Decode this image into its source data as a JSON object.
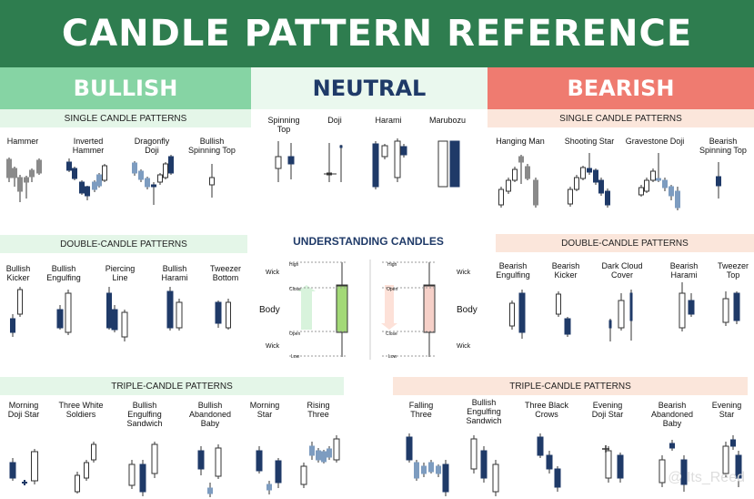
{
  "title": "CANDLE PATTERN REFERENCE",
  "columns": {
    "bullish": "BULLISH",
    "neutral": "NEUTRAL",
    "bearish": "BEARISH"
  },
  "colors": {
    "title_bg": "#2e7d4f",
    "bullish_bg": "#86d4a4",
    "neutral_bg": "#eaf8ee",
    "bearish_bg": "#ef7b70",
    "section_green": "#e4f6e8",
    "section_peach": "#fbe6db",
    "dark_candle": "#1f3a68",
    "grey_candle": "#8a8a8a",
    "blue_grey": "#7d9cc0"
  },
  "sections": {
    "bull_single": "SINGLE CANDLE PATTERNS",
    "bear_single": "SINGLE CANDLE PATTERNS",
    "bull_double": "DOUBLE-CANDLE PATTERNS",
    "bear_double": "DOUBLE-CANDLE PATTERNS",
    "bull_triple": "TRIPLE-CANDLE PATTERNS",
    "bear_triple": "TRIPLE-CANDLE PATTERNS",
    "understanding": "UNDERSTANDING CANDLES"
  },
  "patterns": {
    "bull_single": [
      "Hammer",
      "Inverted\nHammer",
      "Dragonfly\nDoji",
      "Bullish\nSpinning Top"
    ],
    "neutral": [
      "Spinning\nTop",
      "Doji",
      "Harami",
      "Marubozu"
    ],
    "bear_single": [
      "Hanging Man",
      "Shooting Star",
      "Gravestone Doji",
      "Bearish\nSpinning Top"
    ],
    "bull_double": [
      "Bullish\nKicker",
      "Bullish\nEngulfing",
      "Piercing\nLine",
      "Bullish\nHarami",
      "Tweezer\nBottom"
    ],
    "bear_double": [
      "Bearish\nEngulfing",
      "Bearish\nKicker",
      "Dark Cloud\nCover",
      "Bearish\nHarami",
      "Tweezer\nTop"
    ],
    "bull_triple": [
      "Morning\nDoji Star",
      "Three White\nSoldiers",
      "Bullish\nEngulfing\nSandwich",
      "Bullish\nAbandoned\nBaby",
      "Morning\nStar",
      "Rising\nThree"
    ],
    "bear_triple": [
      "Falling\nThree",
      "Bullish\nEngulfing\nSandwich",
      "Three Black\nCrows",
      "Evening\nDoji Star",
      "Bearish\nAbandoned\nBaby",
      "Evening\nStar"
    ]
  },
  "understanding": {
    "left": {
      "high": "High",
      "close": "Close",
      "open": "Open",
      "low": "Low",
      "wick_top": "Wick",
      "body": "Body",
      "wick_bottom": "Wick"
    },
    "right": {
      "high": "High",
      "open": "Open",
      "close": "Close",
      "low": "Low",
      "wick_top": "Wick",
      "body": "Body",
      "wick_bottom": "Wick"
    }
  },
  "watermark": "@ Its_Reed"
}
